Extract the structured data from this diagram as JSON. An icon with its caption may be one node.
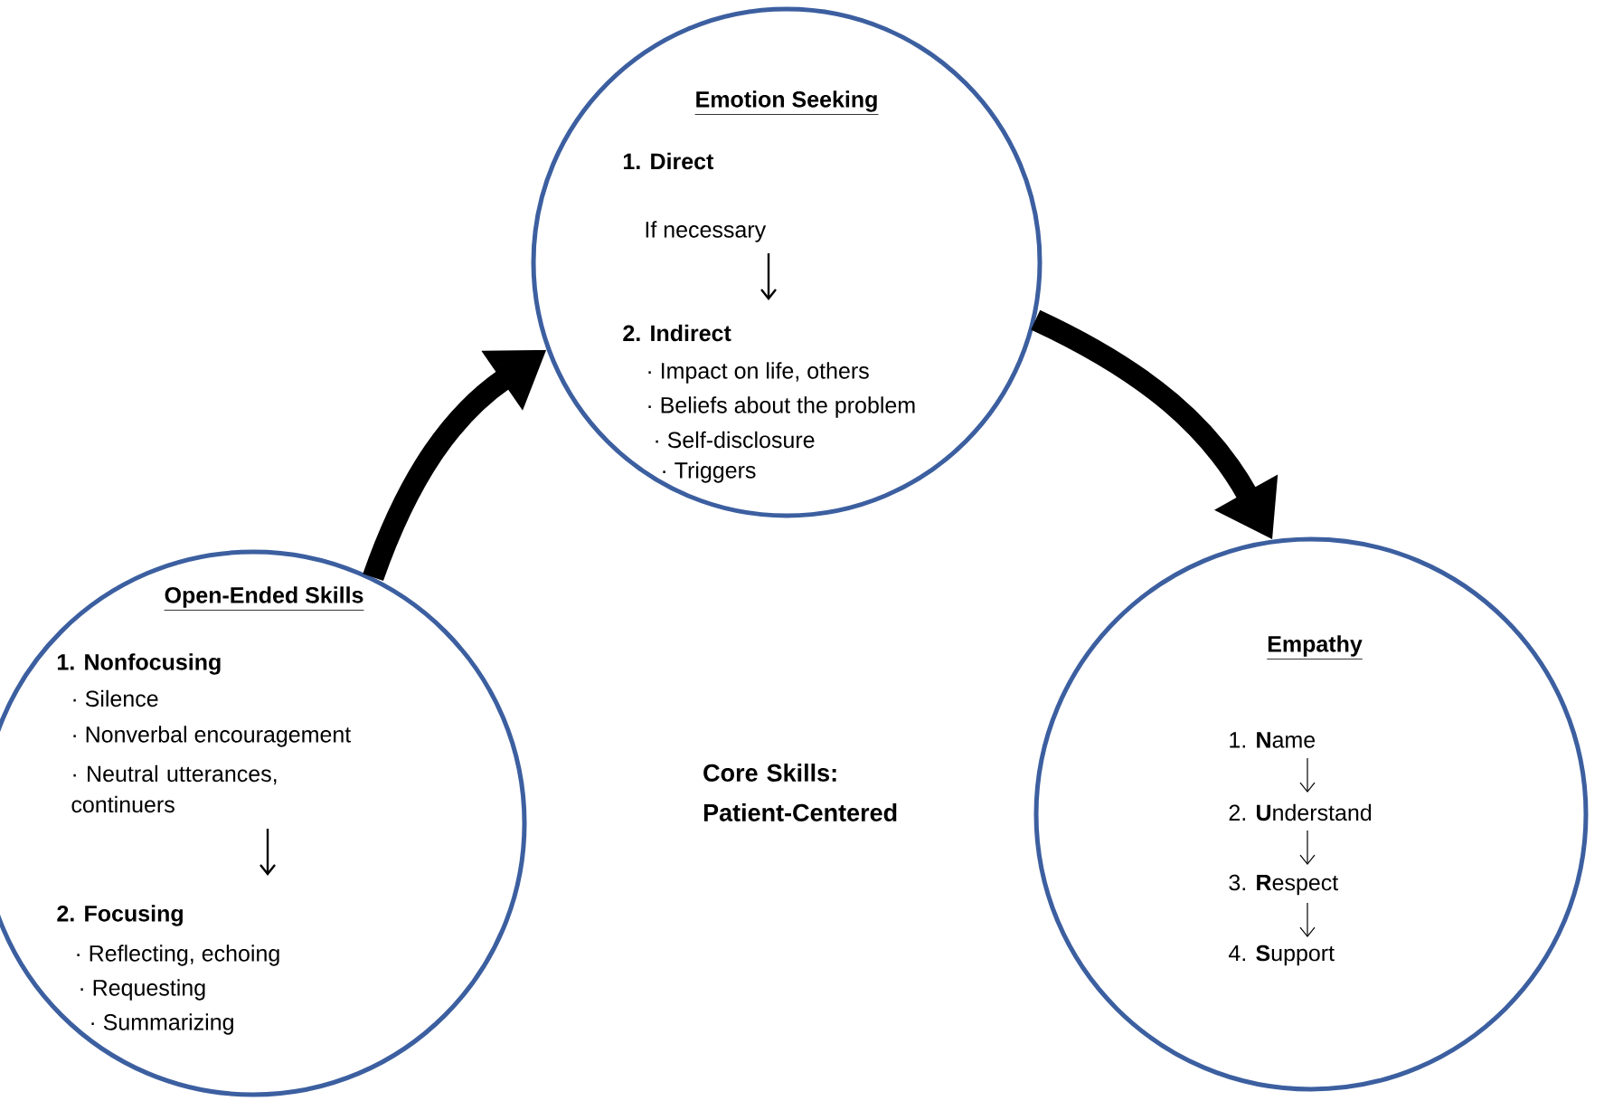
{
  "diagram": {
    "nodes": [
      {
        "text": [
          "Emotion Seeking",
          "1. Direct",
          "If necessary",
          "2. Indirect",
          "· Impact on life, others",
          "· Beliefs about the problem",
          "· Self-disclosure",
          "· Triggers"
        ]
      },
      {
        "text": [
          "Open-Ended Skills",
          "1. Nonfocusing",
          "· Silence",
          "· Nonverbal encouragement",
          "· Neutral utterances, continuers",
          "2. Focusing",
          "· Reflecting, echoing",
          "· Requesting",
          "· Summarizing"
        ]
      },
      {
        "text": [
          "Empathy",
          "1. **N**ame",
          "2. **U**nderstand",
          "3. **R**espect",
          "4. **S**upport"
        ]
      }
    ],
    "edges": [
      {
        "from": 1,
        "to": 0,
        "arrow": "to"
      },
      {
        "from": 0,
        "to": 2,
        "arrow": "to"
      }
    ],
    "labels": [
      "Core Skills: Patient-Centered"
    ]
  }
}
